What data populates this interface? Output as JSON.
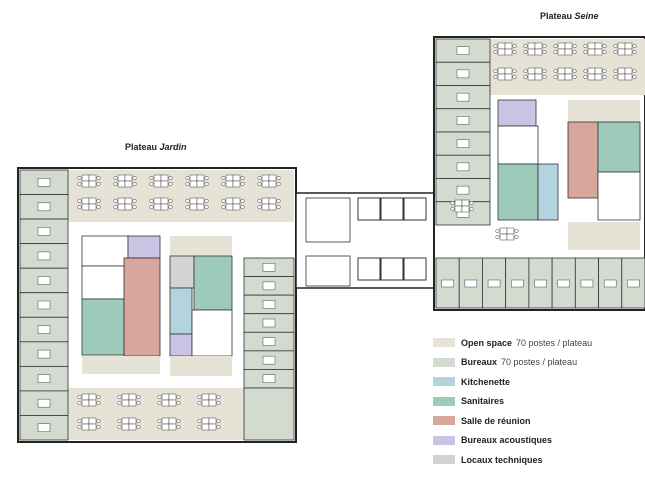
{
  "plateaus": {
    "left": {
      "prefix": "Plateau",
      "name": "Jardin"
    },
    "right": {
      "prefix": "Plateau",
      "name": "Seine"
    }
  },
  "legend": [
    {
      "label": "Open space",
      "note": "70 postes / plateau",
      "color": "#e6e2d6"
    },
    {
      "label": "Bureaux",
      "note": "70 postes / plateau",
      "color": "#d3dbd0"
    },
    {
      "label": "Kitchenette",
      "note": "",
      "color": "#b3d3de"
    },
    {
      "label": "Sanitaires",
      "note": "",
      "color": "#9ecab9"
    },
    {
      "label": "Salle de réunion",
      "note": "",
      "color": "#d8a69d"
    },
    {
      "label": "Bureaux acoustiques",
      "note": "",
      "color": "#c7c5e3"
    },
    {
      "label": "Locaux techniques",
      "note": "",
      "color": "#d3d3d3"
    }
  ]
}
